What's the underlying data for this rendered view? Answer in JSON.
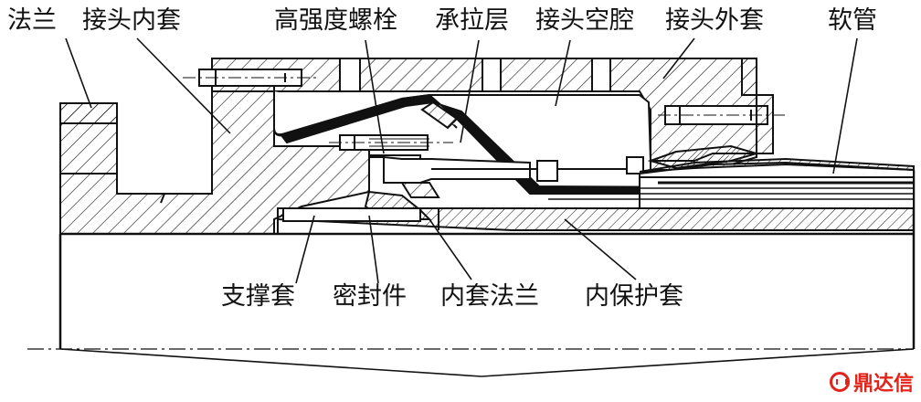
{
  "labels": {
    "flange": "法兰",
    "inner_sleeve": "接头内套",
    "bolt": "高强度螺栓",
    "tension_layer": "承拉层",
    "cavity": "接头空腔",
    "outer_sleeve": "接头外套",
    "hose": "软管",
    "support_sleeve": "支撑套",
    "seal": "密封件",
    "inner_flange": "内套法兰",
    "inner_protective": "内保护套"
  },
  "brand": {
    "name": "鼎达信",
    "icon": "logo-seal-icon",
    "color": "#e2231a"
  },
  "colors": {
    "line": "#111111",
    "background": "#ffffff"
  }
}
